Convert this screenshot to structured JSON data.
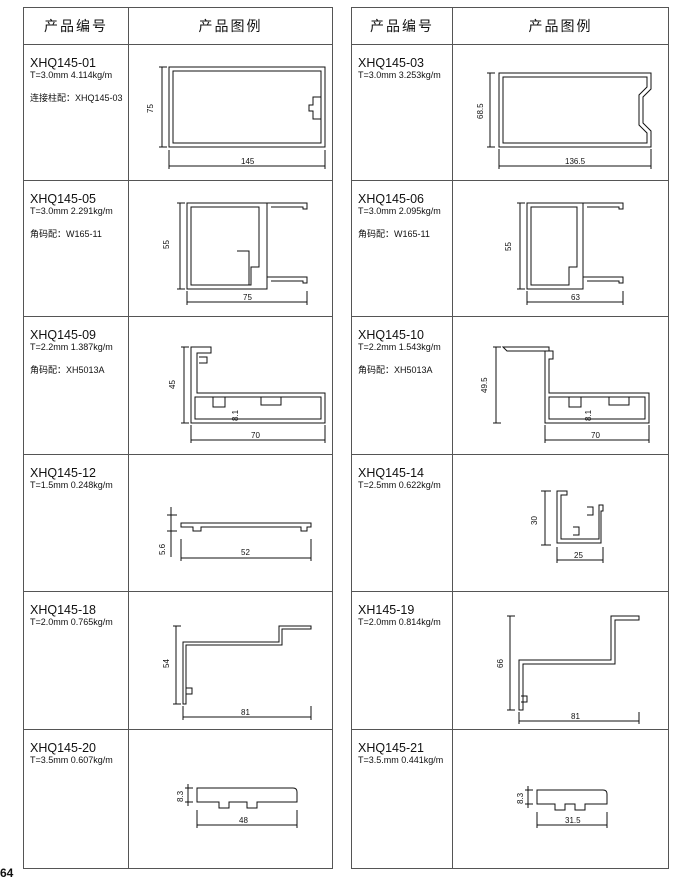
{
  "header": {
    "col_code": "产品编号",
    "col_figure": "产品图例"
  },
  "page_number": "64",
  "left": [
    {
      "code": "XHQ145-01",
      "spec": "T=3.0mm  4.114kg/m",
      "note": "连接柱配：XHQ145-03",
      "dims": [
        "75",
        "145"
      ]
    },
    {
      "code": "XHQ145-05",
      "spec": "T=3.0mm  2.291kg/m",
      "note": "角码配：W165-11",
      "dims": [
        "55",
        "75"
      ]
    },
    {
      "code": "XHQ145-09",
      "spec": "T=2.2mm  1.387kg/m",
      "note": "角码配：XH5013A",
      "dims": [
        "45",
        "8.1",
        "70"
      ]
    },
    {
      "code": "XHQ145-12",
      "spec": "T=1.5mm  0.248kg/m",
      "note": "",
      "dims": [
        "5.6",
        "52"
      ]
    },
    {
      "code": "XHQ145-18",
      "spec": "T=2.0mm  0.765kg/m",
      "note": "",
      "dims": [
        "54",
        "81"
      ]
    },
    {
      "code": "XHQ145-20",
      "spec": "T=3.5mm  0.607kg/m",
      "note": "",
      "dims": [
        "8.3",
        "48"
      ]
    }
  ],
  "right": [
    {
      "code": "XHQ145-03",
      "spec": "T=3.0mm  3.253kg/m",
      "note": "",
      "dims": [
        "68.5",
        "136.5"
      ]
    },
    {
      "code": "XHQ145-06",
      "spec": "T=3.0mm  2.095kg/m",
      "note": "角码配：W165-11",
      "dims": [
        "55",
        "63"
      ]
    },
    {
      "code": "XHQ145-10",
      "spec": "T=2.2mm  1.543kg/m",
      "note": "角码配：XH5013A",
      "dims": [
        "49.5",
        "8.1",
        "70"
      ]
    },
    {
      "code": "XHQ145-14",
      "spec": "T=2.5mm  0.622kg/m",
      "note": "",
      "dims": [
        "30",
        "25"
      ]
    },
    {
      "code": "XH145-19",
      "spec": "T=2.0mm  0.814kg/m",
      "note": "",
      "dims": [
        "66",
        "81"
      ]
    },
    {
      "code": "XHQ145-21",
      "spec": "T=3.5.mm  0.441kg/m",
      "note": "",
      "dims": [
        "8.3",
        "31.5"
      ]
    }
  ]
}
